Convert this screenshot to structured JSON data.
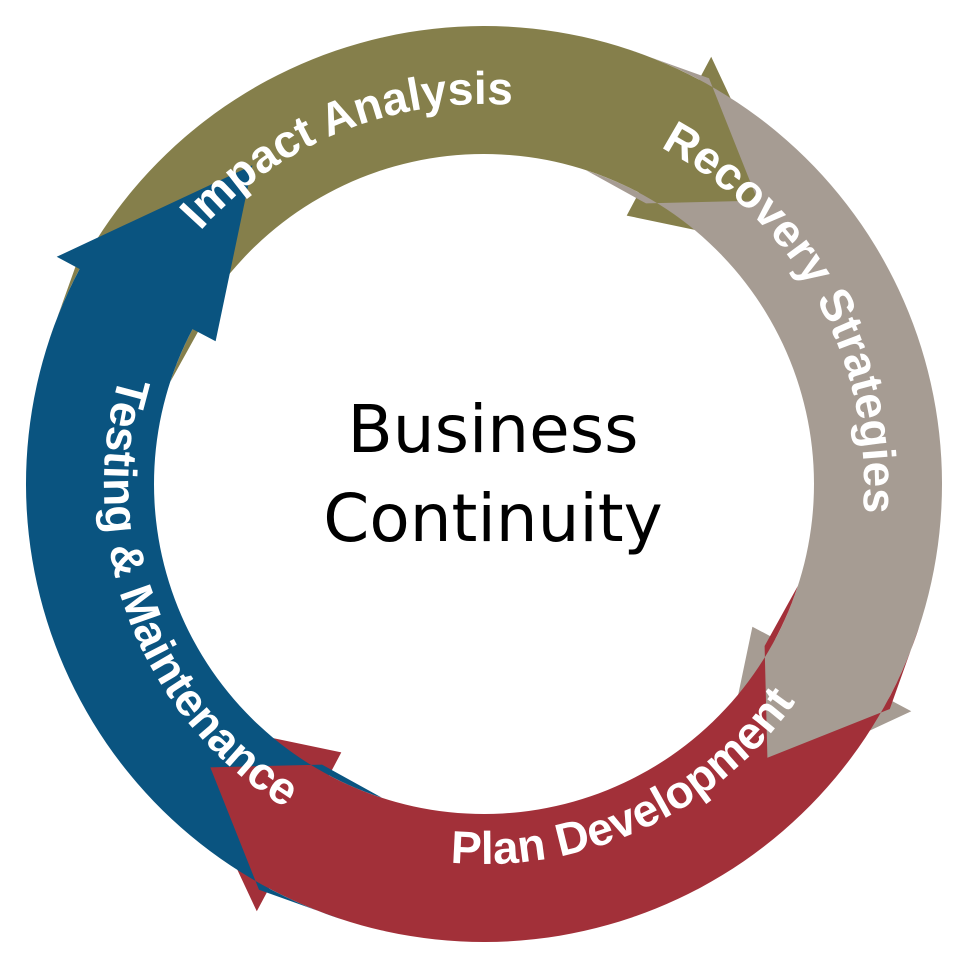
{
  "center": {
    "line1": "Business",
    "line2": "Continuity"
  },
  "stages": [
    {
      "key": "impact",
      "label": "Impact Analysis",
      "color": "#857F4B"
    },
    {
      "key": "recovery",
      "label": "Recovery Strategies",
      "color": "#A69C93"
    },
    {
      "key": "plan",
      "label": "Plan Development",
      "color": "#A23039"
    },
    {
      "key": "testing",
      "label": "Testing & Maintenance",
      "color": "#0A5480"
    }
  ],
  "background": "#FFFFFF"
}
